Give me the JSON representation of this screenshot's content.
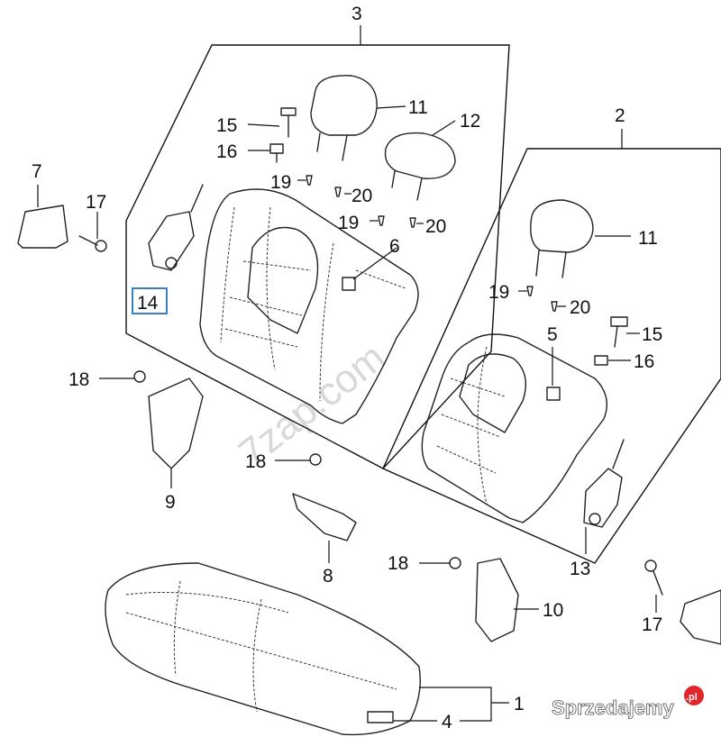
{
  "labels": {
    "p1": "1",
    "p2": "2",
    "p3": "3",
    "p4": "4",
    "p5": "5",
    "p6": "6",
    "p7": "7",
    "p8": "8",
    "p9": "9",
    "p10": "10",
    "p11a": "11",
    "p11b": "11",
    "p12": "12",
    "p13": "13",
    "p14": "14",
    "p15a": "15",
    "p15b": "15",
    "p16a": "16",
    "p16b": "16",
    "p17a": "17",
    "p17b": "17",
    "p18a": "18",
    "p18b": "18",
    "p18c": "18",
    "p19a": "19",
    "p19b": "19",
    "p19c": "19",
    "p20a": "20",
    "p20b": "20",
    "p20c": "20"
  },
  "watermark": "7zap.com",
  "brand": {
    "name": "Sprzedajemy",
    "suffix": ".pl"
  },
  "colors": {
    "highlight": "#3a7fc1",
    "logo": "#e0262b"
  }
}
